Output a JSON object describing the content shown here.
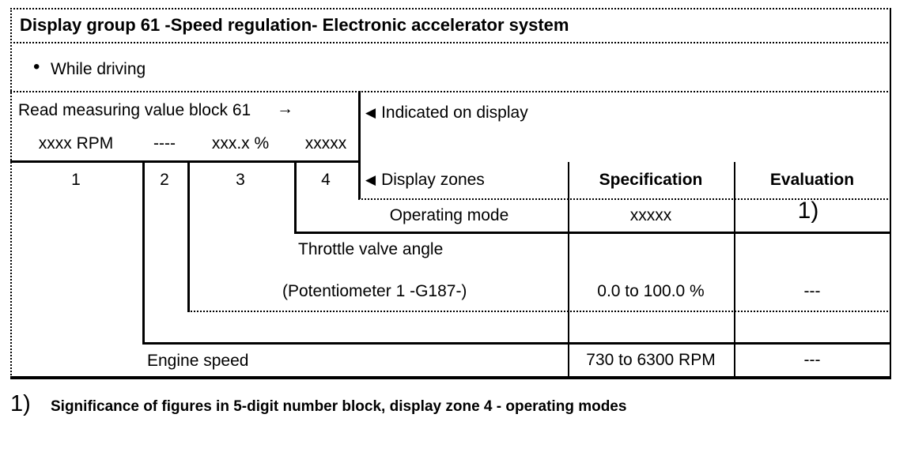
{
  "title": "Display group 61 -Speed regulation- Electronic accelerator system",
  "condition_bullet": "•",
  "condition": "While driving",
  "read_block": {
    "label": "Read measuring value block 61",
    "arrow": "→",
    "zone_values": {
      "0": "xxxx RPM",
      "1": "----",
      "2": "xxx.x %",
      "3": "xxxxx"
    }
  },
  "markers": {
    "left_triangle": "◀"
  },
  "indicated_label": "Indicated on display",
  "zones_label": "Display zones",
  "zones": {
    "0": "1",
    "1": "2",
    "2": "3",
    "3": "4"
  },
  "columns": {
    "specification": "Specification",
    "evaluation": "Evaluation"
  },
  "rows": {
    "operating_mode": {
      "label": "Operating mode",
      "spec": "xxxxx",
      "eval": "1)"
    },
    "throttle": {
      "label": "Throttle valve angle",
      "label2": "(Potentiometer 1 -G187-)",
      "spec": "0.0 to 100.0 %",
      "eval": "---"
    },
    "engine_speed": {
      "label": "Engine speed",
      "spec": "730 to 6300 RPM",
      "eval": "---"
    }
  },
  "footnote": {
    "marker": "1)",
    "text": "Significance of figures in 5-digit number block, display zone 4 - operating modes"
  }
}
